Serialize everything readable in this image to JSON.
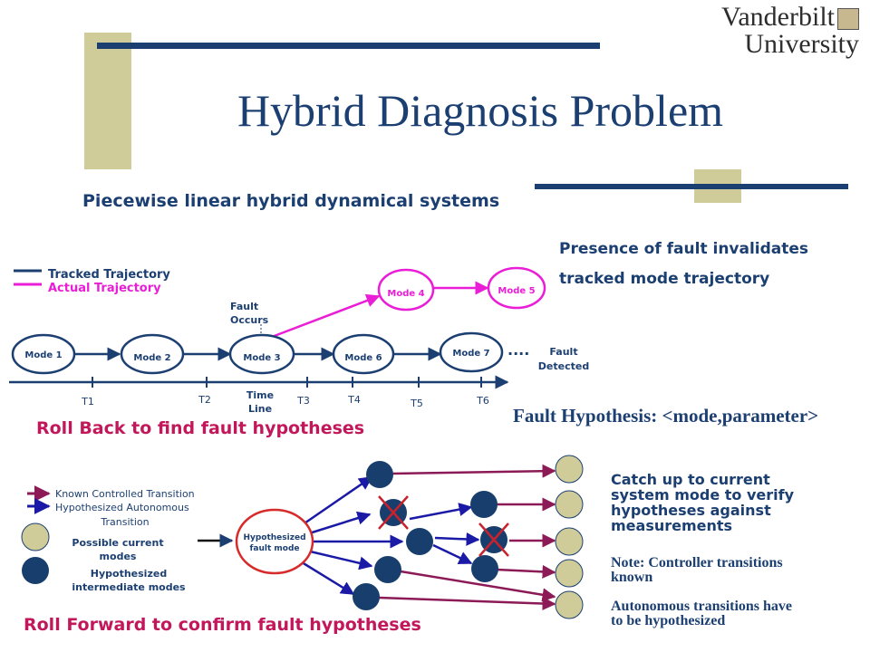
{
  "title": "Hybrid Diagnosis Problem",
  "logo": {
    "line1": "Vanderbilt",
    "line2": "University"
  },
  "subtitle": "Piecewise linear hybrid dynamical systems",
  "presence": {
    "line1": "Presence of fault invalidates",
    "line2": "tracked mode trajectory"
  },
  "legend_top": {
    "tracked": "Tracked Trajectory",
    "actual": "Actual Trajectory"
  },
  "modes": {
    "m1": "Mode 1",
    "m2": "Mode 2",
    "m3": "Mode 3",
    "m6": "Mode 6",
    "m7": "Mode 7",
    "m4": "Mode 4",
    "m5": "Mode 5"
  },
  "fault_occurs": {
    "line1": "Fault",
    "line2": "Occurs"
  },
  "fault_detected": {
    "line1": "Fault",
    "line2": "Detected"
  },
  "dots": "....",
  "timeline": {
    "t1": "T1",
    "t2": "T2",
    "t3": "T3",
    "t4": "T4",
    "t5": "T5",
    "t6": "T6",
    "label1": "Time",
    "label2": "Line"
  },
  "rollback": "Roll Back to find fault hypotheses",
  "fault_hypothesis": "Fault Hypothesis: <mode,parameter>",
  "legend_bottom": {
    "known": "Known Controlled Transition",
    "hypothesized1": "Hypothesized Autonomous",
    "hypothesized2": "Transition",
    "possible1": "Possible current",
    "possible2": "modes",
    "intermediate1": "Hypothesized",
    "intermediate2": "intermediate modes"
  },
  "hyp_fault_mode": {
    "line1": "Hypothesized",
    "line2": "fault mode"
  },
  "catch_up": {
    "l1": "Catch up to current",
    "l2": "system mode to verify",
    "l3": "hypotheses against",
    "l4": "measurements"
  },
  "note": {
    "l1": "Note: Controller transitions",
    "l2": "known"
  },
  "autonomous": {
    "l1": "Autonomous transitions have",
    "l2": "to be hypothesized"
  },
  "rollforward": "Roll Forward to confirm fault hypotheses",
  "colors": {
    "navy": "#1c3f72",
    "magenta": "#e91ed6",
    "crimson": "#c2185b",
    "olive": "#cfcc9a",
    "dark_node": "#183e6e",
    "arrow_blue": "#1a1aa6",
    "arrow_purple": "#8b1a56",
    "cross": "#c8232c"
  }
}
